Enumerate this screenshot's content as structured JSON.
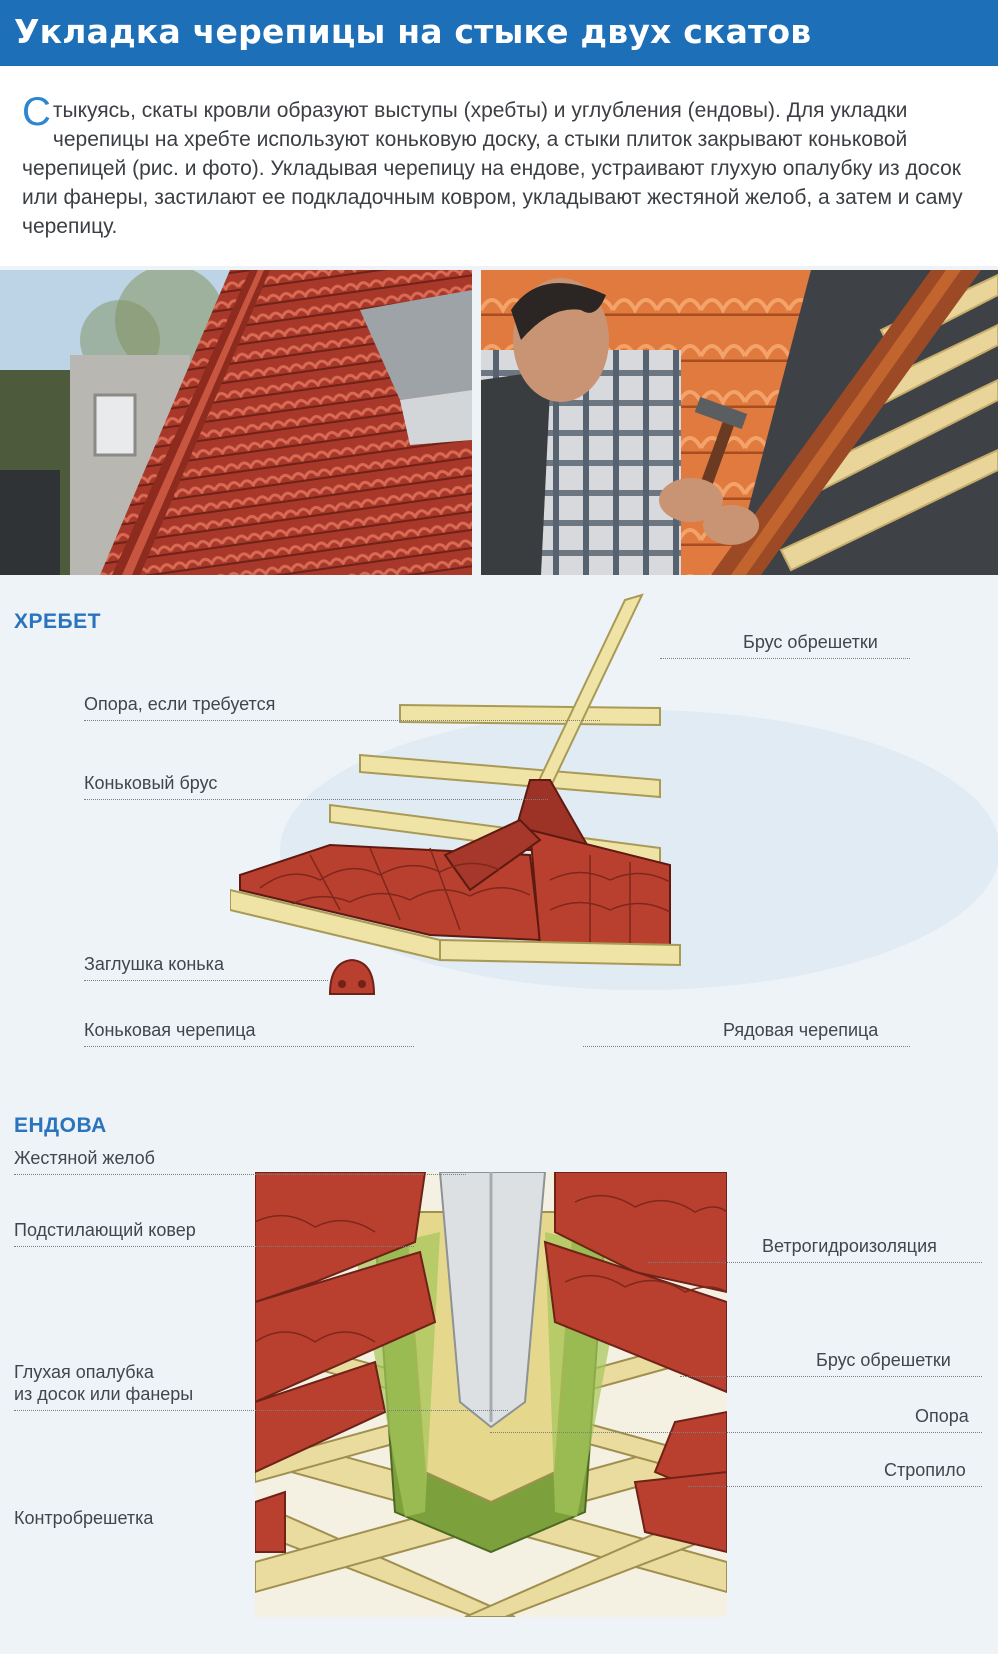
{
  "title": "Укладка черепицы на стыке двух скатов",
  "intro": {
    "dropcap": "С",
    "text": "тыкуясь, скаты кровли образуют выступы (хребты) и углубления (ендовы). Для укладки черепицы на хребте используют коньковую доску, а стыки плиток закрывают коньковой черепицей (рис. и фото). Укладывая черепицу на ендове, устраивают глухую опалубку из досок или фанеры, застилают ее подкладочным ковром, укладывают жестяной желоб, а затем и саму черепицу."
  },
  "sections": {
    "ridge": {
      "title": "ХРЕБЕТ",
      "labels": {
        "batten": "Брус обрешетки",
        "support": "Опора, если требуется",
        "ridge_beam": "Коньковый брус",
        "ridge_cap": "Заглушка конька",
        "ridge_tile": "Коньковая черепица",
        "row_tile": "Рядовая черепица"
      }
    },
    "valley": {
      "title": "ЕНДОВА",
      "labels": {
        "tin_gutter": "Жестяной желоб",
        "underlay": "Подстилающий ковер",
        "membrane": "Ветрогидроизоляция",
        "decking_line1": "Глухая опалубка",
        "decking_line2": "из досок или фанеры",
        "batten": "Брус обрешетки",
        "support": "Опора",
        "rafter": "Стропило",
        "counter_batten": "Контробрешетка"
      }
    }
  },
  "colors": {
    "title_bar": "#1d6fb8",
    "section_title": "#2a73bd",
    "tile": "#b9402f",
    "wood": "#efe3a6"
  }
}
